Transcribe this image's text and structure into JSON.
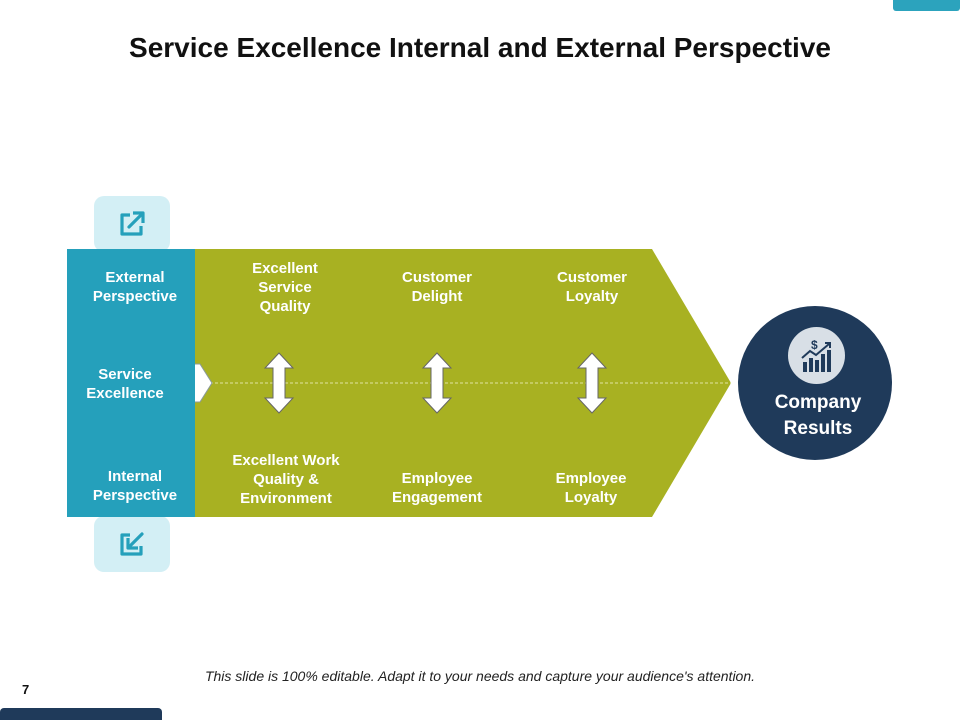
{
  "title": "Service Excellence Internal and External Perspective",
  "panel": {
    "external": "External\nPerspective",
    "service": "Service\nExcellence",
    "internal": "Internal\nPerspective"
  },
  "top_row": [
    "Excellent\nService\nQuality",
    "Customer\nDelight",
    "Customer\nLoyalty"
  ],
  "bottom_row": [
    "Excellent Work\nQuality &\nEnvironment",
    "Employee\nEngagement",
    "Employee\nLoyalty"
  ],
  "results": {
    "label": "Company\nResults"
  },
  "icons": {
    "external": "external-link-icon",
    "internal": "arrow-inbox-icon",
    "results": "growth-chart-dollar-icon"
  },
  "colors": {
    "teal": "#25a0bb",
    "olive": "#a8b122",
    "navy": "#1f3a5a",
    "light_teal": "#d3eff5"
  },
  "footer": "This slide is 100% editable. Adapt it to your needs and capture your audience's attention.",
  "page_number": "7"
}
